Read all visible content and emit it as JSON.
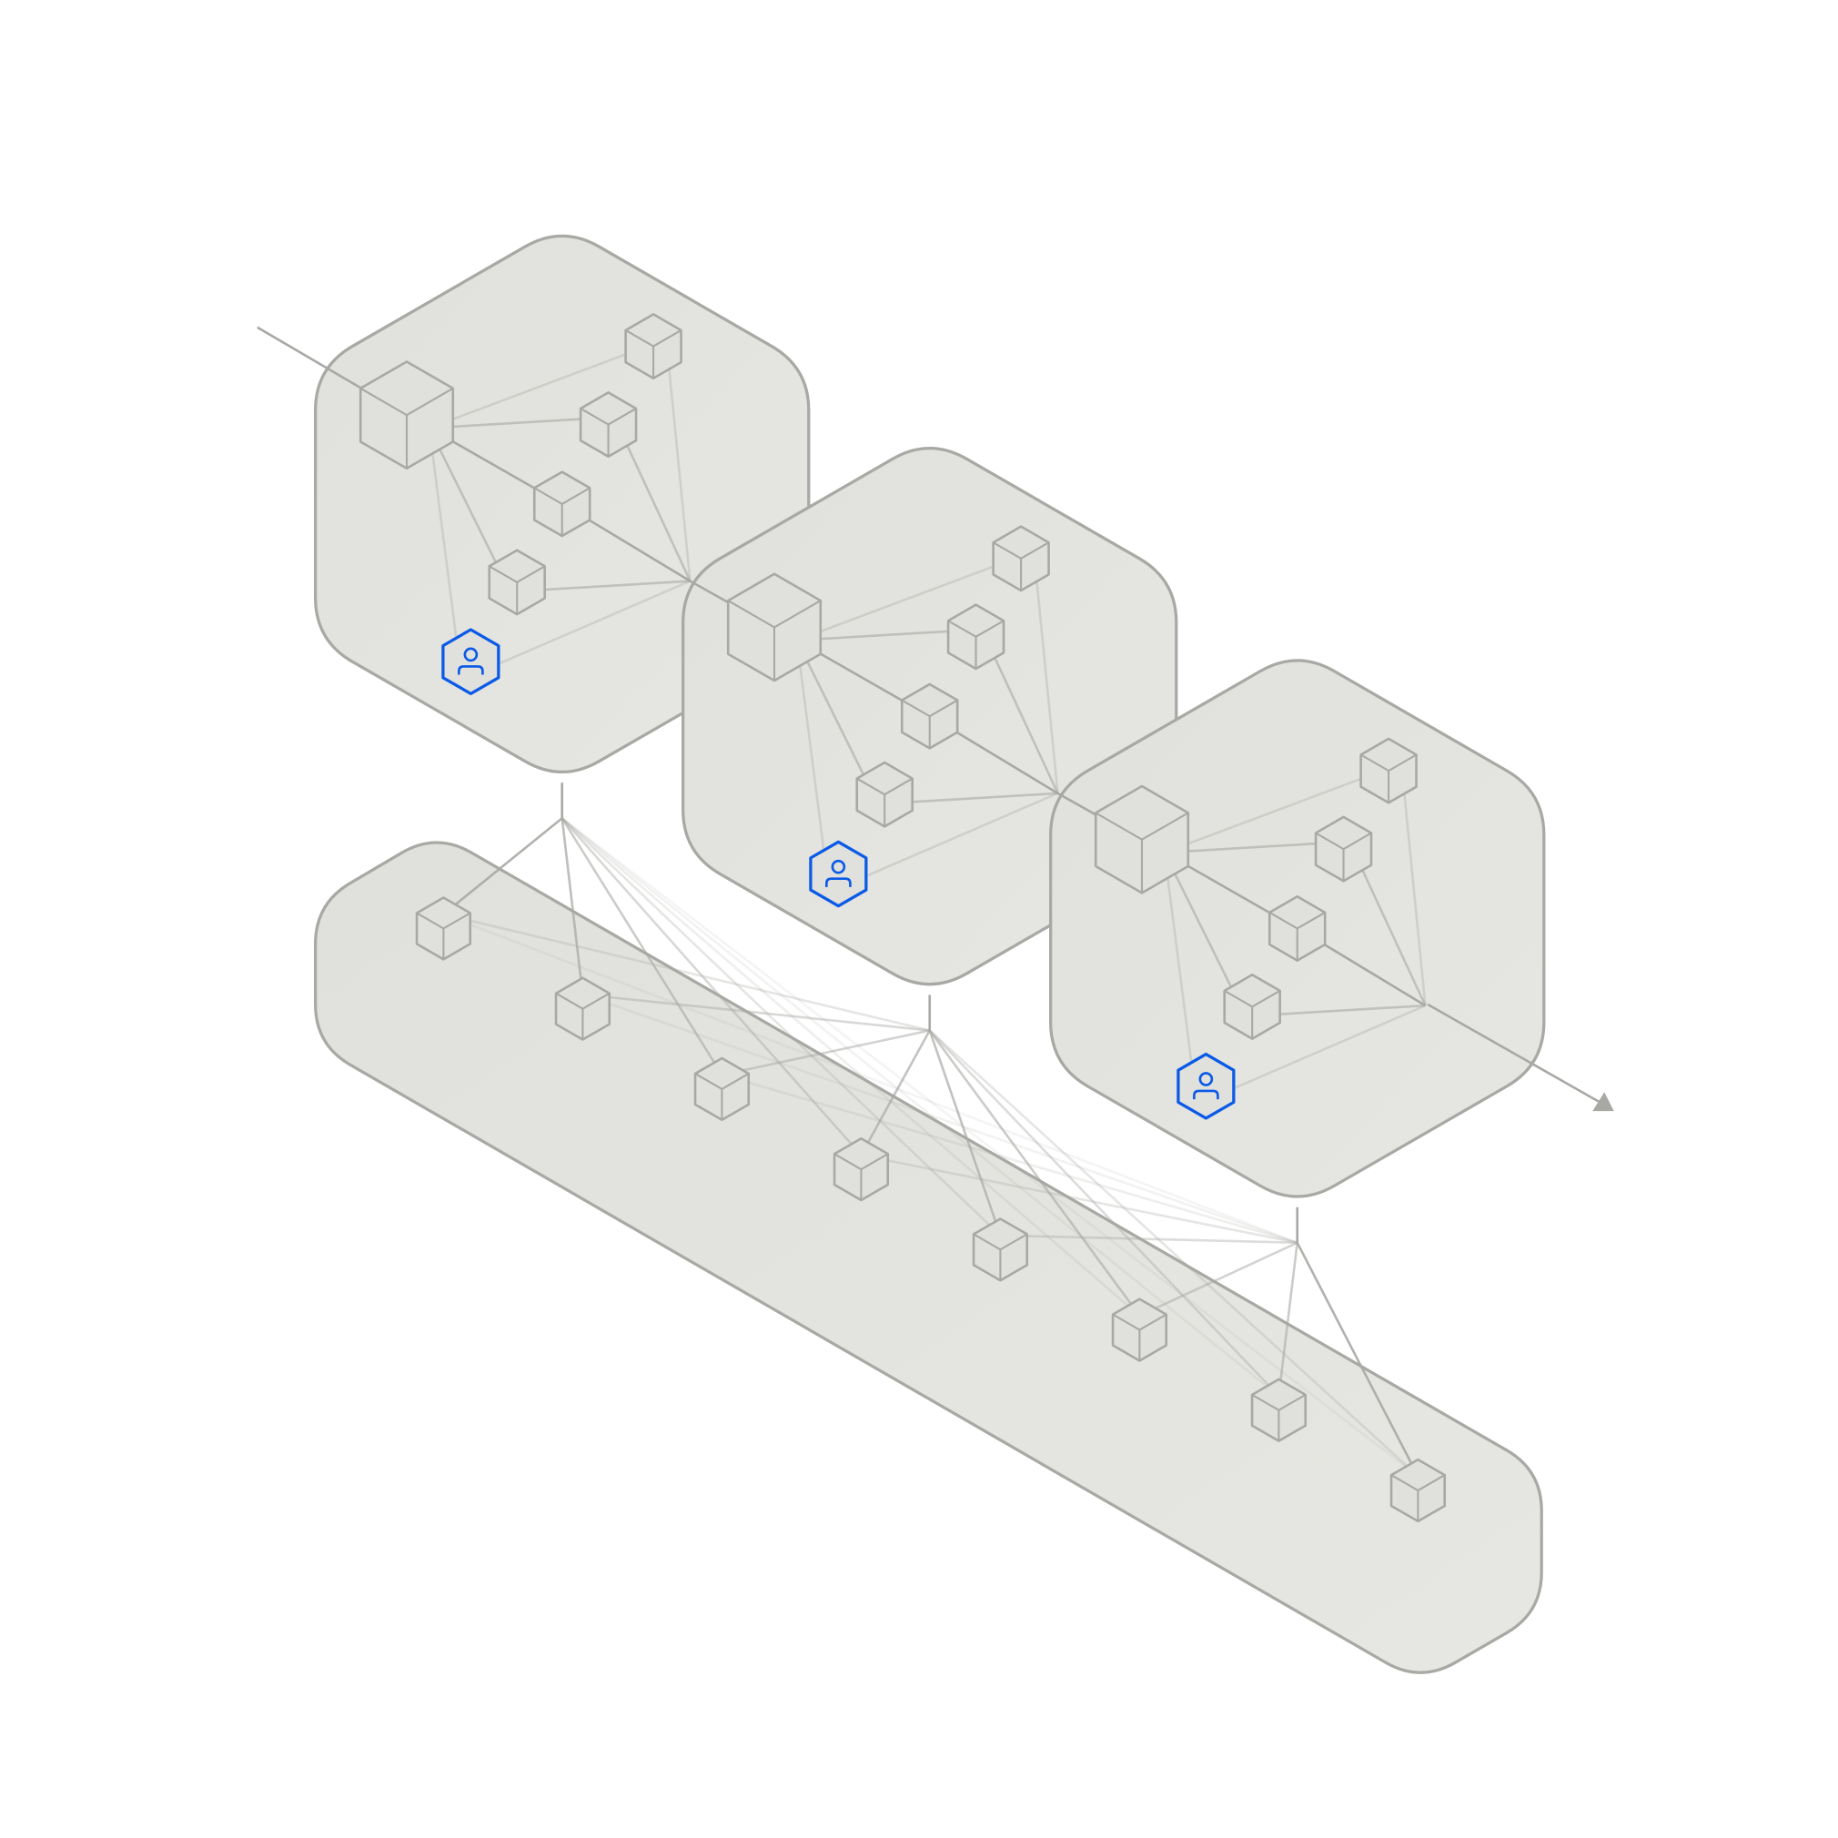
{
  "colors": {
    "background": "#ffffff",
    "panel_fill": "#e0e0dc",
    "panel_highlight": "#e8e9e4",
    "outline": "#a8a8a4",
    "link": "#c4c4c0",
    "accent": "#0a5ae8"
  },
  "icons": {
    "node": "cube-icon",
    "hub_node": "large-cube-icon",
    "user": "user-hexagon-icon",
    "flow_arrow": "arrow-head-icon"
  },
  "diagram": {
    "groups": [
      {
        "kind": "cluster",
        "hub_icon": "large-cube-icon",
        "node_icons": [
          "cube-icon",
          "cube-icon",
          "cube-icon",
          "cube-icon"
        ],
        "user_icon": "user-hexagon-icon"
      },
      {
        "kind": "cluster",
        "hub_icon": "large-cube-icon",
        "node_icons": [
          "cube-icon",
          "cube-icon",
          "cube-icon",
          "cube-icon"
        ],
        "user_icon": "user-hexagon-icon"
      },
      {
        "kind": "cluster",
        "hub_icon": "large-cube-icon",
        "node_icons": [
          "cube-icon",
          "cube-icon",
          "cube-icon",
          "cube-icon"
        ],
        "user_icon": "user-hexagon-icon"
      }
    ],
    "base_layer": {
      "kind": "row",
      "node_icons": [
        "cube-icon",
        "cube-icon",
        "cube-icon",
        "cube-icon",
        "cube-icon",
        "cube-icon",
        "cube-icon",
        "cube-icon"
      ]
    }
  }
}
